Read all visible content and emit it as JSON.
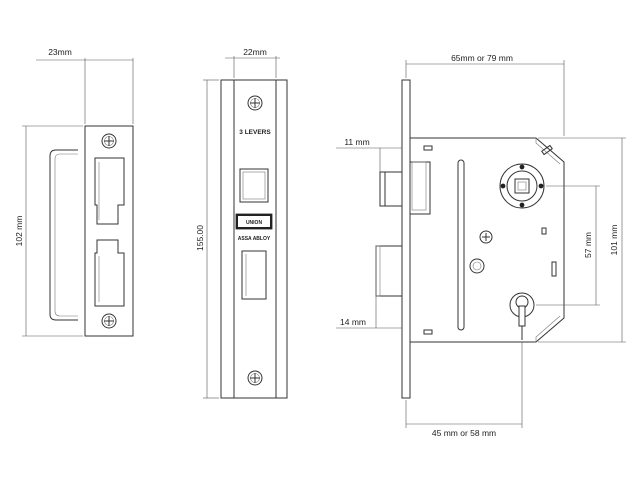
{
  "strike_plate": {
    "width_label": "23mm",
    "height_label": "102 mm"
  },
  "forend": {
    "width_label": "22mm",
    "height_label": "155.00",
    "text_levers": "3 LEVERS",
    "logo_text": "UNION",
    "brand_text": "ASSA ABLOY"
  },
  "lock_case": {
    "case_width_label": "65mm or 79 mm",
    "latch_projection_label": "11 mm",
    "bolt_projection_label": "14 mm",
    "centres_label": "57 mm",
    "case_height_label": "101 mm",
    "backset_label": "45 mm or 58 mm"
  },
  "colors": {
    "line": "#333333",
    "background": "#ffffff"
  }
}
